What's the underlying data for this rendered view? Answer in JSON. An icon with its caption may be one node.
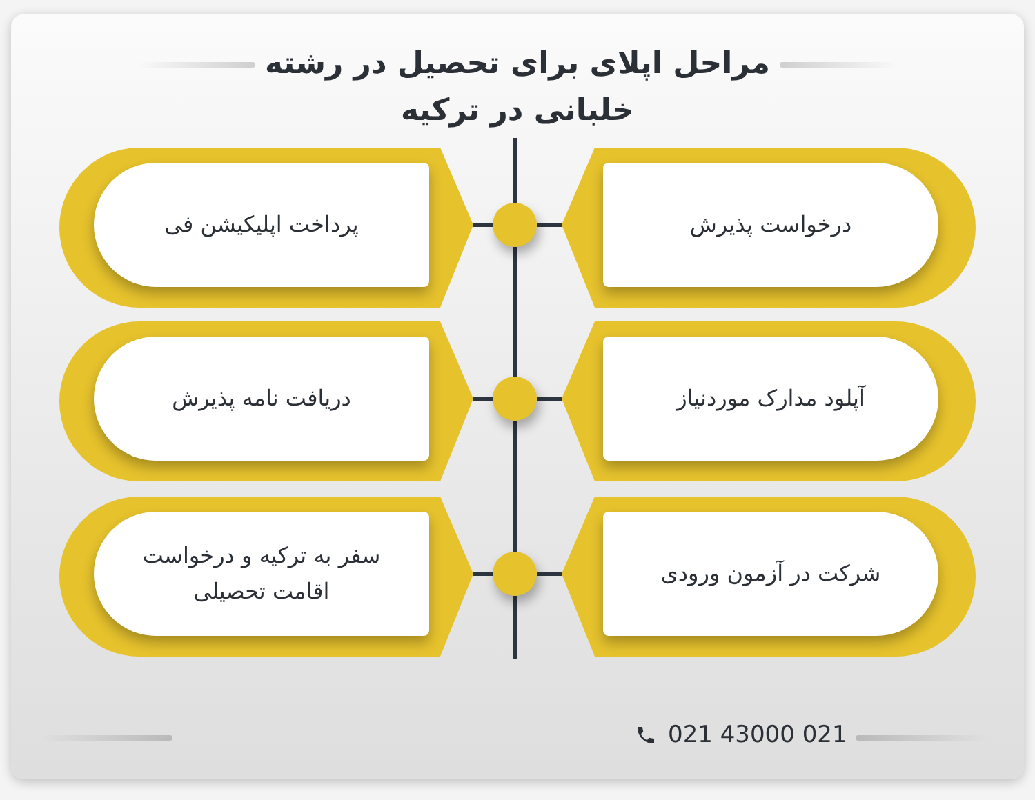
{
  "diagram": {
    "title": "مراحل اپلای برای تحصیل در رشته خلبانی در ترکیه",
    "nodes": [
      {
        "text": [
          "درخواست پذیرش"
        ]
      },
      {
        "text": [],
        "shape": "circle"
      },
      {
        "text": [
          "پرداخت اپلیکیشن فی"
        ]
      },
      {
        "text": [
          "آپلود مدارک موردنیاز"
        ]
      },
      {
        "text": [],
        "shape": "circle"
      },
      {
        "text": [
          "دریافت نامه پذیرش"
        ]
      },
      {
        "text": [
          "شرکت در آزمون ورودی"
        ]
      },
      {
        "text": [],
        "shape": "circle"
      },
      {
        "text": [
          "سفر به ترکیه و درخواست اقامت تحصیلی"
        ]
      }
    ],
    "edges": [
      {
        "from": 0,
        "to": 1,
        "arrow": "none"
      },
      {
        "from": 1,
        "to": 2,
        "arrow": "none"
      },
      {
        "from": 1,
        "to": 4,
        "arrow": "none"
      },
      {
        "from": 3,
        "to": 4,
        "arrow": "none"
      },
      {
        "from": 4,
        "to": 5,
        "arrow": "none"
      },
      {
        "from": 4,
        "to": 7,
        "arrow": "none"
      },
      {
        "from": 6,
        "to": 7,
        "arrow": "none"
      },
      {
        "from": 7,
        "to": 8,
        "arrow": "none"
      }
    ],
    "labels": [
      "021 43000 021"
    ]
  }
}
